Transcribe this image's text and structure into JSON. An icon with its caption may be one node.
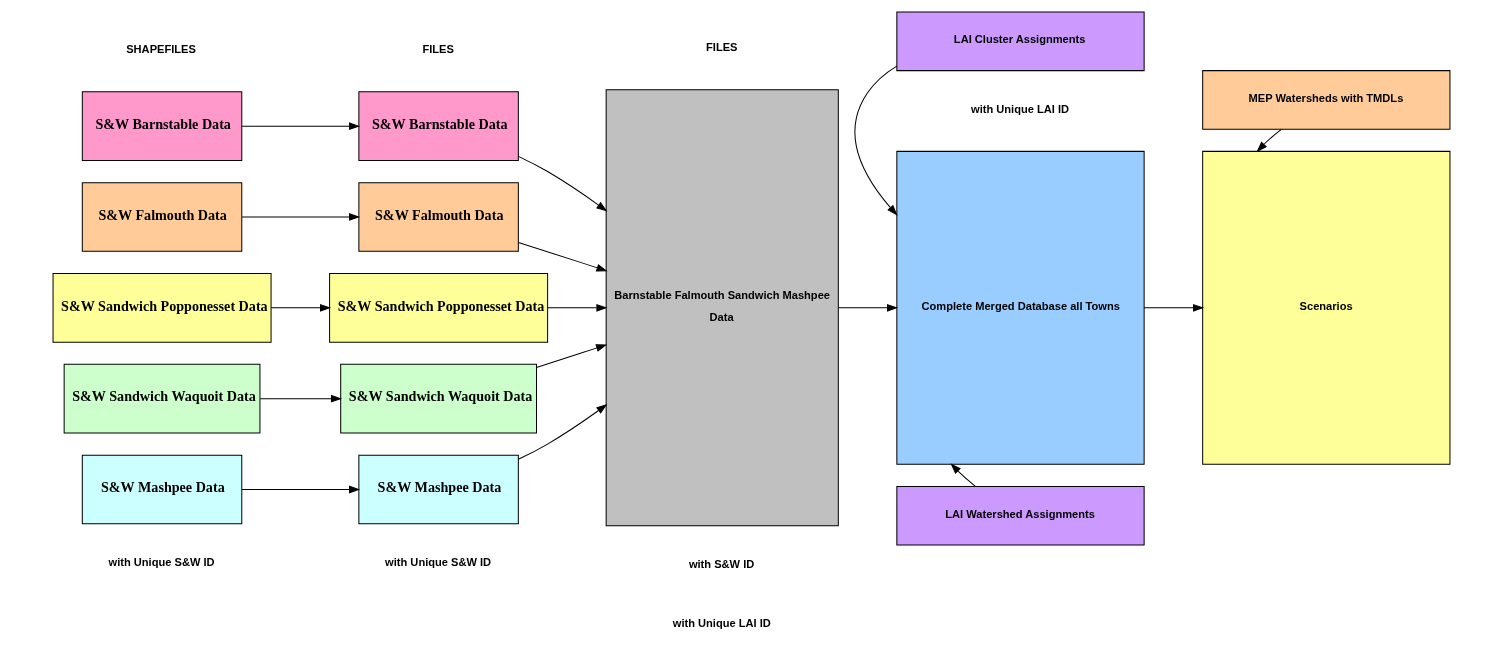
{
  "diagram": {
    "nodes": [
      {
        "text": [
          "S&W Barnstable Data"
        ]
      },
      {
        "text": [
          "S&W Falmouth Data"
        ]
      },
      {
        "text": [
          "S&W Sandwich Popponesset Data"
        ]
      },
      {
        "text": [
          "S&W Sandwich Waquoit Data"
        ]
      },
      {
        "text": [
          "S&W Mashpee Data"
        ]
      },
      {
        "text": [
          "S&W Barnstable Data"
        ]
      },
      {
        "text": [
          "S&W Falmouth Data"
        ]
      },
      {
        "text": [
          "S&W Sandwich Popponesset Data"
        ]
      },
      {
        "text": [
          "S&W Sandwich Waquoit Data"
        ]
      },
      {
        "text": [
          "S&W Mashpee Data"
        ]
      },
      {
        "text": [
          "Barnstable Falmouth Sandwich Mashpee",
          "Data"
        ]
      },
      {
        "text": [
          "Complete Merged Database all Towns"
        ]
      },
      {
        "text": [
          "Scenarios"
        ]
      },
      {
        "text": [
          "LAI Watershed Assignments"
        ]
      },
      {
        "text": [
          "LAI Cluster Assignments"
        ]
      },
      {
        "text": [
          "MEP Watersheds with TMDLs"
        ]
      }
    ],
    "edges": [
      {
        "from": 0,
        "to": 5,
        "arrow": "to"
      },
      {
        "from": 1,
        "to": 6,
        "arrow": "to"
      },
      {
        "from": 2,
        "to": 7,
        "arrow": "to"
      },
      {
        "from": 3,
        "to": 8,
        "arrow": "to"
      },
      {
        "from": 4,
        "to": 9,
        "arrow": "to"
      },
      {
        "from": 5,
        "to": 10,
        "arrow": "to"
      },
      {
        "from": 6,
        "to": 10,
        "arrow": "to"
      },
      {
        "from": 7,
        "to": 10,
        "arrow": "to"
      },
      {
        "from": 8,
        "to": 10,
        "arrow": "to"
      },
      {
        "from": 9,
        "to": 10,
        "arrow": "to"
      },
      {
        "from": 10,
        "to": 11,
        "arrow": "to"
      },
      {
        "from": 11,
        "to": 12,
        "arrow": "to"
      },
      {
        "from": 13,
        "to": 11,
        "arrow": "to"
      },
      {
        "from": 14,
        "to": 11,
        "arrow": "to"
      },
      {
        "from": 15,
        "to": 12,
        "arrow": "to"
      }
    ],
    "labels": [
      "SHAPEFILES",
      "FILES",
      "FILES",
      "with Unique S&W ID",
      "with Unique S&W ID",
      "with S&W ID",
      "with Unique LAI ID",
      "with Unique LAI ID"
    ]
  }
}
